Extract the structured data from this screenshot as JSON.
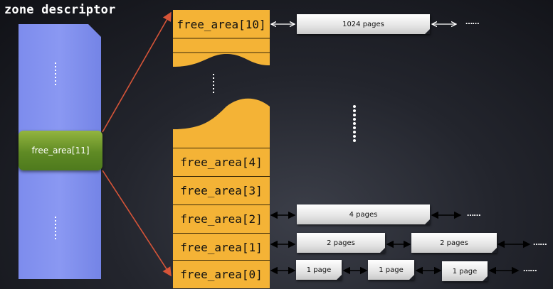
{
  "zone": {
    "title": "zone descriptor",
    "entry_label": "free_area[11]"
  },
  "free_area": {
    "top_label": "free_area[10]",
    "labels": [
      "free_area[4]",
      "free_area[3]",
      "free_area[2]",
      "free_area[1]",
      "free_area[0]"
    ]
  },
  "blocks": {
    "b1024": "1024 pages",
    "b4": "4 pages",
    "b2a": "2 pages",
    "b2b": "2 pages",
    "b1a": "1 page",
    "b1b": "1 page",
    "b1c": "1 page"
  },
  "ellipsis": "……",
  "colors": {
    "zone_bar": "#8090ee",
    "entry_green": "#5f8a24",
    "free_area_orange": "#f4b336",
    "connector_red": "#d65438",
    "arrow_white": "#ffffff"
  }
}
